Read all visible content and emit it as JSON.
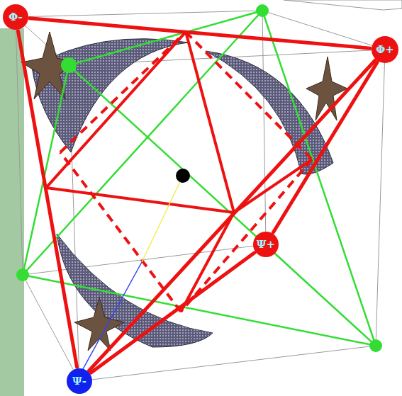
{
  "diagram": {
    "nodes": [
      {
        "text": [
          "Φ-"
        ]
      },
      {
        "text": [
          "Φ+"
        ]
      },
      {
        "text": [
          "Ψ+"
        ]
      },
      {
        "text": [
          "Ψ-"
        ]
      }
    ],
    "edges": [
      {
        "from": 0,
        "to": 1,
        "arrow": "none"
      },
      {
        "from": 0,
        "to": 3,
        "arrow": "none"
      },
      {
        "from": 1,
        "to": 3,
        "arrow": "none"
      },
      {
        "from": 1,
        "to": 2,
        "arrow": "none"
      },
      {
        "from": 3,
        "to": 2,
        "arrow": "none"
      }
    ]
  }
}
